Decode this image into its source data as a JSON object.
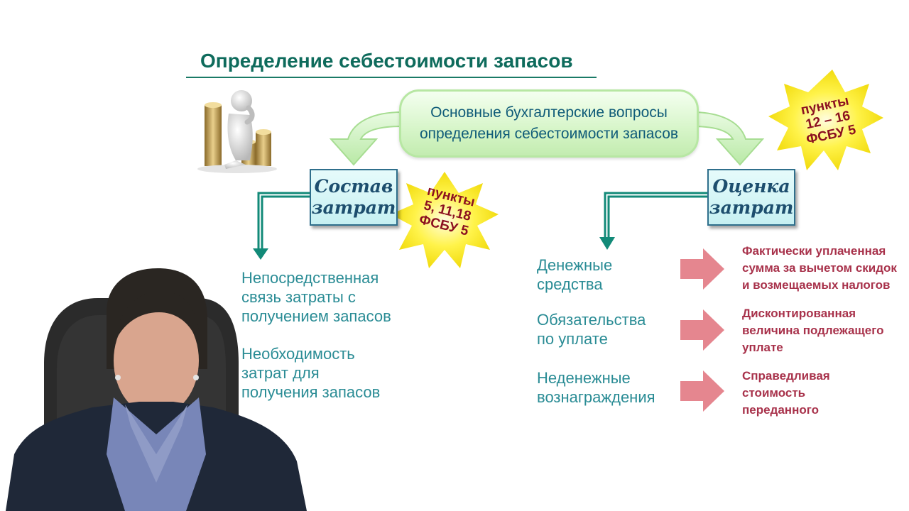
{
  "title": "Определение себестоимости запасов",
  "main_box": {
    "line1": "Основные бухгалтерские вопросы",
    "line2": "определения себестоимости запасов"
  },
  "categories": {
    "sostav": {
      "line1": "Состав",
      "line2": "затрат"
    },
    "ocenka": {
      "line1": "Оценка",
      "line2": "затрат"
    }
  },
  "bursts": {
    "sostav": {
      "line1": "пункты",
      "line2": "5, 11,18",
      "line3": "ФСБУ 5"
    },
    "ocenka": {
      "line1": "пункты",
      "line2": "12 – 16",
      "line3": "ФСБУ 5"
    }
  },
  "left_items": [
    {
      "lines": [
        "Непосредственная",
        "связь затраты с",
        "получением запасов"
      ]
    },
    {
      "lines": [
        "Необходимость",
        "затрат для",
        "получения запасов"
      ]
    }
  ],
  "right_items": [
    {
      "label": [
        "Денежные",
        "средства"
      ],
      "result": [
        "Фактически уплаченная",
        "сумма за вычетом скидок",
        "и возмещаемых налогов"
      ]
    },
    {
      "label": [
        "Обязательства",
        "по уплате"
      ],
      "result": [
        "Дисконтированная",
        "величина подлежащего",
        "уплате"
      ]
    },
    {
      "label": [
        "Неденежные",
        "вознаграждения"
      ],
      "result": [
        "Справедливая",
        "стоимость",
        "переданного"
      ]
    }
  ],
  "colors": {
    "title": "#0e6b5c",
    "main_box_fill": "#d6f5c8",
    "category_fill": "#c6f0f2",
    "teal_text": "#2a8c95",
    "red_text": "#a8324b",
    "pink_arrow": "#e5868f",
    "burst_fill": "#fff34a",
    "connector": "#128a78"
  },
  "icons": [
    "thinking-figure-icon",
    "coin-stack-icon"
  ]
}
